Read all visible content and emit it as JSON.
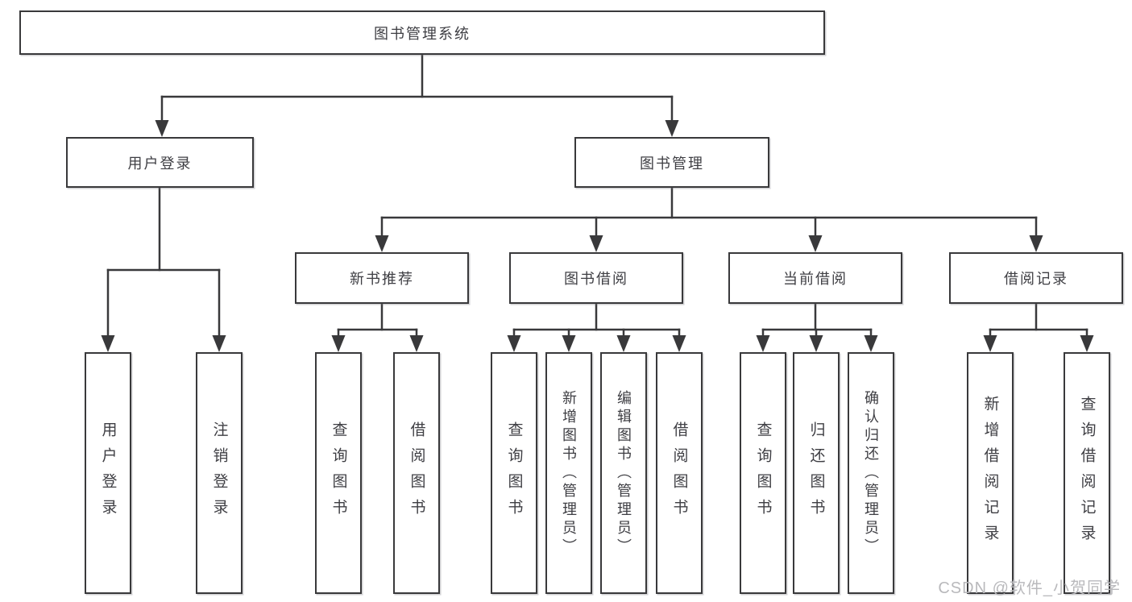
{
  "diagram": {
    "root": {
      "label": "图书管理系统"
    },
    "level2": [
      {
        "label": "用户登录"
      },
      {
        "label": "图书管理"
      }
    ],
    "level3": [
      {
        "label": "新书推荐"
      },
      {
        "label": "图书借阅"
      },
      {
        "label": "当前借阅"
      },
      {
        "label": "借阅记录"
      }
    ],
    "leaves": {
      "user_login": [
        "用户登录",
        "注销登录"
      ],
      "new_books": [
        "查询图书",
        "借阅图书"
      ],
      "book_borrow": [
        "查询图书",
        "新增图书（管理员）",
        "编辑图书（管理员）",
        "借阅图书"
      ],
      "current_borrow": [
        "查询图书",
        "归还图书",
        "确认归还（管理员）"
      ],
      "borrow_records": [
        "新增借阅记录",
        "查询借阅记录"
      ]
    }
  },
  "watermark": {
    "text": "CSDN @软件_小贺同学"
  },
  "colors": {
    "line": "#39393b",
    "text": "#3e3e43",
    "watermark": "#b9b9bc",
    "background": "#ffffff"
  }
}
